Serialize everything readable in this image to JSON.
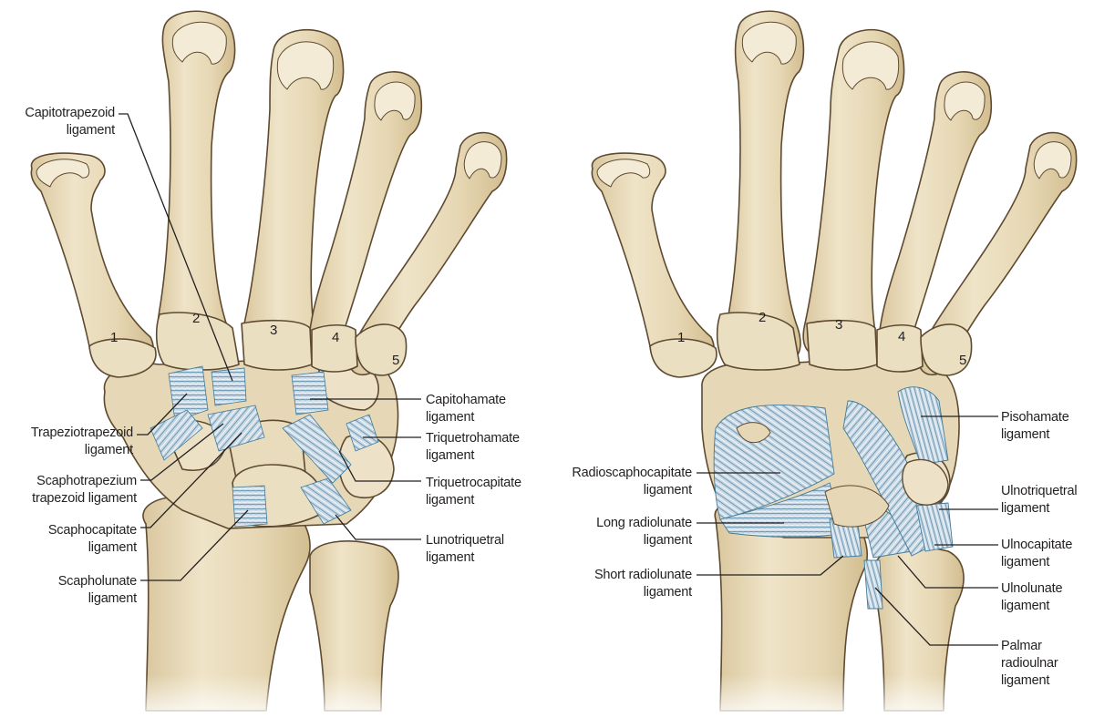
{
  "figure": {
    "panels": [
      {
        "id": "dorsal",
        "view": "dorsal wrist ligaments"
      },
      {
        "id": "palmar",
        "view": "palmar wrist ligaments"
      }
    ],
    "colors": {
      "bone_fill": "#e9dcbc",
      "bone_highlight": "#f5edd8",
      "bone_shadow": "#cdb98e",
      "bone_outline": "#5e4a31",
      "ligament_fill": "#c6d6e2",
      "ligament_fiber": "#3f7a99",
      "leader_line": "#231f20",
      "text": "#231f20"
    }
  },
  "left_panel": {
    "metacarpal_numbers": [
      "1",
      "2",
      "3",
      "4",
      "5"
    ],
    "labels": {
      "capitotrapezoid": {
        "line1": "Capitotrapezoid",
        "line2": "ligament"
      },
      "trapeziotrapezoid": {
        "line1": "Trapeziotrapezoid",
        "line2": "ligament"
      },
      "scaphotrapezium": {
        "line1": "Scaphotrapezium",
        "line2": "trapezoid ligament"
      },
      "scaphocapitate": {
        "line1": "Scaphocapitate",
        "line2": "ligament"
      },
      "scapholunate": {
        "line1": "Scapholunate",
        "line2": "ligament"
      },
      "capitohamate": {
        "line1": "Capitohamate",
        "line2": "ligament"
      },
      "triquetrohamate": {
        "line1": "Triquetrohamate",
        "line2": "ligament"
      },
      "triquetrocapitate": {
        "line1": "Triquetrocapitate",
        "line2": "ligament"
      },
      "lunotriquetral": {
        "line1": "Lunotriquetral",
        "line2": "ligament"
      }
    }
  },
  "right_panel": {
    "metacarpal_numbers": [
      "1",
      "2",
      "3",
      "4",
      "5"
    ],
    "labels": {
      "radioscaphocapitate": {
        "line1": "Radioscaphocapitate",
        "line2": "ligament"
      },
      "long_radiolunate": {
        "line1": "Long radiolunate",
        "line2": "ligament"
      },
      "short_radiolunate": {
        "line1": "Short radiolunate",
        "line2": "ligament"
      },
      "pisohamate": {
        "line1": "Pisohamate",
        "line2": "ligament"
      },
      "ulnotriquetral": {
        "line1": "Ulnotriquetral",
        "line2": "ligament"
      },
      "ulnocapitate": {
        "line1": "Ulnocapitate",
        "line2": "ligament"
      },
      "ulnolunate": {
        "line1": "Ulnolunate",
        "line2": "ligament"
      },
      "palmar_radioulnar": {
        "line1": "Palmar",
        "line2": "radioulnar",
        "line3": "ligament"
      }
    }
  }
}
